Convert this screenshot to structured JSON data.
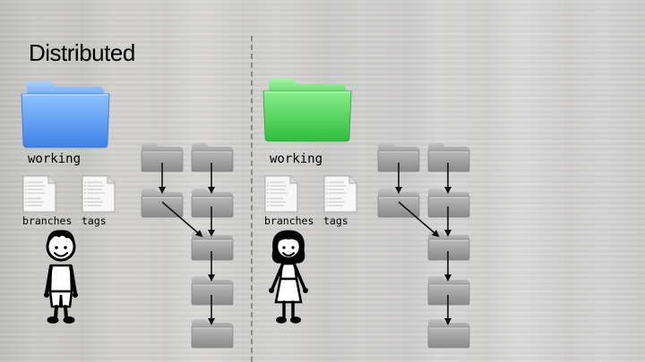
{
  "title": "Distributed",
  "left": {
    "working_label": "working",
    "branches_label": "branches",
    "tags_label": "tags",
    "folder_color": "#5a9ff5"
  },
  "right": {
    "working_label": "working",
    "branches_label": "branches",
    "tags_label": "tags",
    "folder_color": "#4cd45c"
  },
  "colors": {
    "repo_folder": "#9c9c9c",
    "arrow": "#111111",
    "divider": "#8a8a8a"
  },
  "icons": [
    "folder-icon",
    "document-icon",
    "boy-icon",
    "girl-icon"
  ]
}
